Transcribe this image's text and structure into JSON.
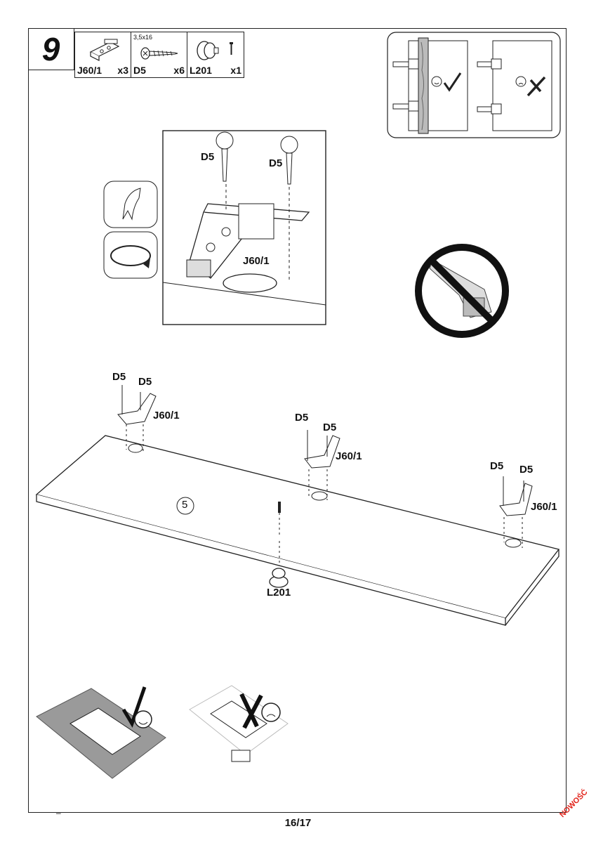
{
  "step": {
    "number": "9"
  },
  "parts": [
    {
      "code": "J60/1",
      "qty": "x3",
      "icon": "hinge-icon"
    },
    {
      "code": "D5",
      "qty": "x6",
      "spec": "3,5x16",
      "icon": "screw-icon"
    },
    {
      "code": "L201",
      "qty": "x1",
      "icon": "knob-icon"
    }
  ],
  "detail": {
    "screw_left": "D5",
    "screw_right": "D5",
    "hinge": "J60/1"
  },
  "main": {
    "hinges": [
      {
        "screw_a": "D5",
        "screw_b": "D5",
        "hinge": "J60/1"
      },
      {
        "screw_a": "D5",
        "screw_b": "D5",
        "hinge": "J60/1"
      },
      {
        "screw_a": "D5",
        "screw_b": "D5",
        "hinge": "J60/1"
      }
    ],
    "panel_number": "5",
    "knob": "L201"
  },
  "footer": {
    "page": "16/17",
    "mark": "–"
  },
  "badge": "NOWOŚĆ",
  "colors": {
    "line": "#222222",
    "badge": "#e2231a",
    "mat": "#9a9a9a"
  }
}
